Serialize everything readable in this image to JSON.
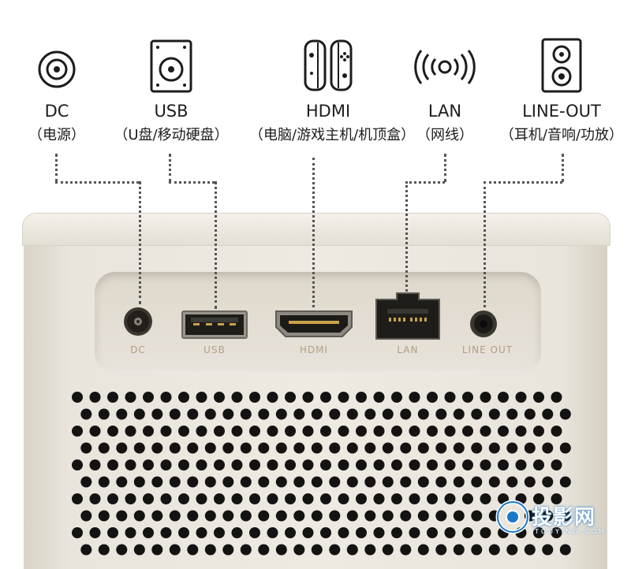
{
  "ports": [
    {
      "id": "dc",
      "name": "DC",
      "desc": "（电源）",
      "panel_label": "DC",
      "icon": "power-jack-icon"
    },
    {
      "id": "usb",
      "name": "USB",
      "desc": "（U盘/移动硬盘）",
      "panel_label": "USB",
      "icon": "usb-drive-icon"
    },
    {
      "id": "hdmi",
      "name": "HDMI",
      "desc": "（电脑/游戏主机/机顶盒）",
      "panel_label": "HDMI",
      "icon": "game-controller-icon"
    },
    {
      "id": "lan",
      "name": "LAN",
      "desc": "（网线）",
      "panel_label": "LAN",
      "icon": "wireless-signal-icon"
    },
    {
      "id": "lineout",
      "name": "LINE-OUT",
      "desc": "（耳机/音响/功放）",
      "panel_label": "LINE OUT",
      "icon": "speaker-icon"
    }
  ],
  "watermark": {
    "text": "投影网",
    "sub": "TOUYING.COM",
    "icon": "projector-logo-icon"
  },
  "colors": {
    "device": "#eae6dd",
    "panel_label": "#b29e86",
    "text": "#1c1c1c",
    "watermark": "#1b78c8"
  }
}
